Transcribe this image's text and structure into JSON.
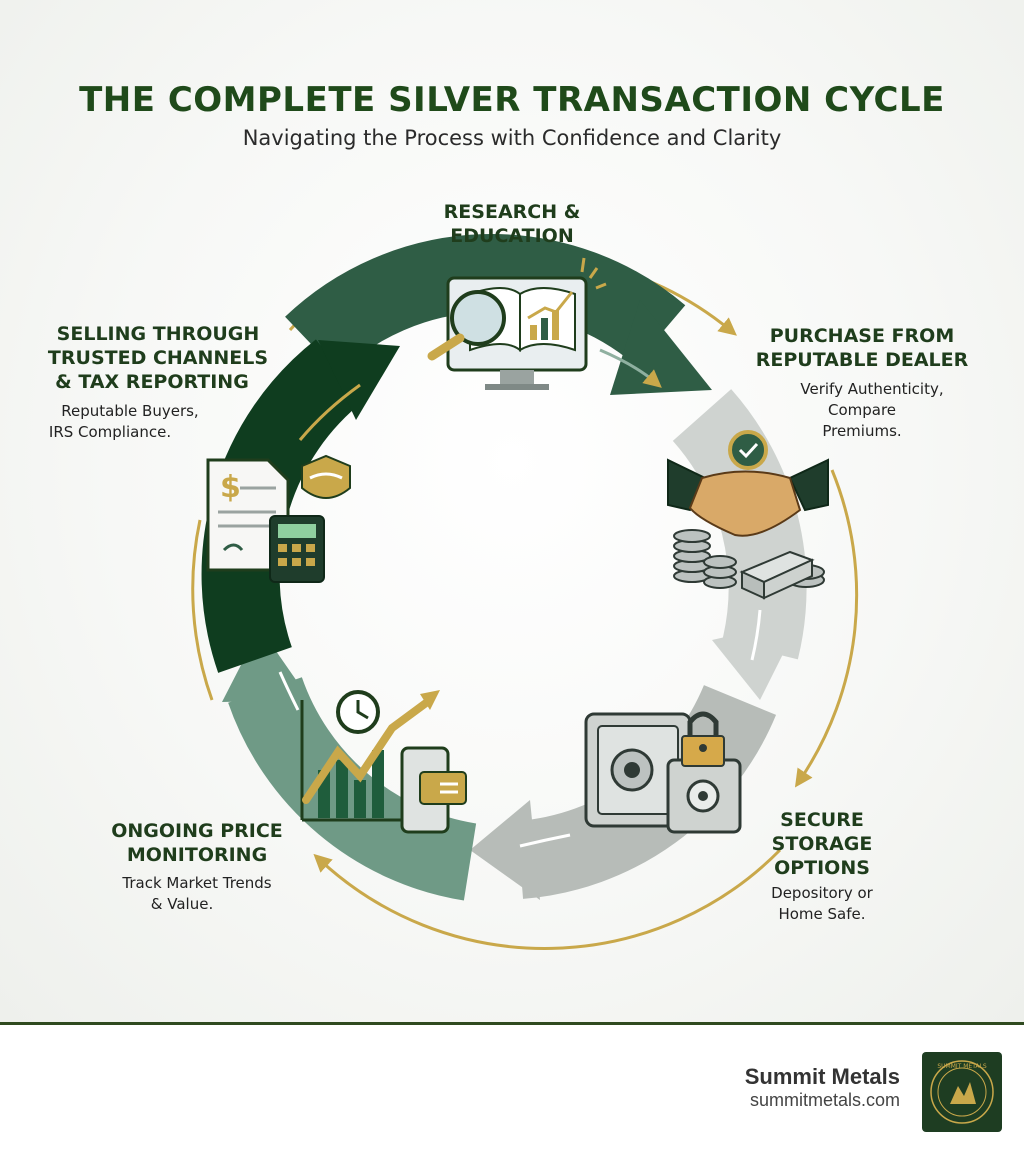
{
  "header": {
    "title": "THE COMPLETE SILVER TRANSACTION CYCLE",
    "subtitle": "Navigating the Process with Confidence and Clarity"
  },
  "stages": [
    {
      "title_lines": [
        "RESEARCH &",
        "EDUCATION"
      ],
      "desc_lines": []
    },
    {
      "title_lines": [
        "PURCHASE FROM",
        "REPUTABLE DEALER"
      ],
      "desc_lines": [
        "Verify Authenticity,",
        "Compare",
        "Premiums."
      ]
    },
    {
      "title_lines": [
        "SECURE",
        "STORAGE",
        "OPTIONS"
      ],
      "desc_lines": [
        "Depository or",
        "Home Safe."
      ]
    },
    {
      "title_lines": [
        "ONGOING PRICE",
        "MONITORING"
      ],
      "desc_lines": [
        "Track Market Trends",
        "& Value."
      ]
    },
    {
      "title_lines": [
        "SELLING THROUGH",
        "TRUSTED CHANNELS",
        "& TAX REPORTING"
      ],
      "desc_lines": [
        "Reputable Buyers,",
        "IRS Compliance."
      ]
    }
  ],
  "icons": {
    "research": "magnifier-book-monitor-icon",
    "purchase": "handshake-coins-bars-icon",
    "storage": "safe-lock-icon",
    "monitoring": "trend-chart-phone-icon",
    "selling": "document-calculator-handshake-icon"
  },
  "colors": {
    "dark_green": "#0f3d1f",
    "mid_green": "#2f5d45",
    "sage_green": "#6f9a86",
    "light_gray": "#cfd3d0",
    "mid_gray": "#b7bcb8",
    "gold": "#c9a84a",
    "title_green": "#1f4a1a"
  },
  "footer": {
    "brand_name": "Summit Metals",
    "brand_url": "summitmetals.com",
    "logo_text": "SUMMIT METALS"
  }
}
